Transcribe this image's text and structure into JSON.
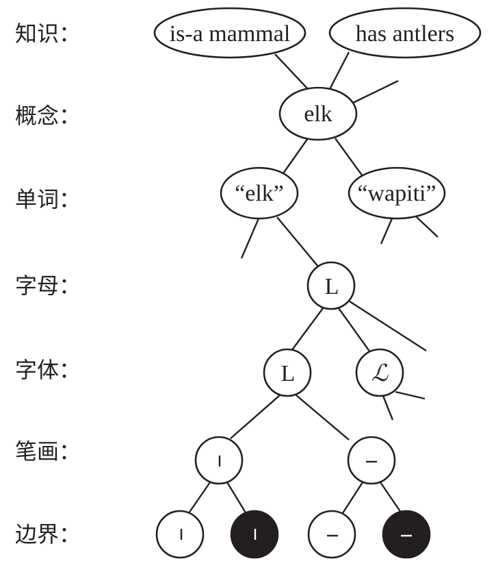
{
  "levels": [
    {
      "label": "知识："
    },
    {
      "label": "概念："
    },
    {
      "label": "单词："
    },
    {
      "label": "字母："
    },
    {
      "label": "字体："
    },
    {
      "label": "笔画："
    },
    {
      "label": "边界："
    }
  ],
  "nodes": {
    "knowledge_mammal": "is-a mammal",
    "knowledge_antlers": "has antlers",
    "concept_elk": "elk",
    "word_elk": "“elk”",
    "word_wapiti": "“wapiti”",
    "letter_L": "L",
    "font_roman_L": "L",
    "font_script_L": "ℒ",
    "stroke_vertical": "vertical-stroke",
    "stroke_horizontal": "horizontal-stroke",
    "edge_vertical_light": "vertical-edge-light",
    "edge_vertical_dark": "vertical-edge-dark",
    "edge_horizontal_light": "horizontal-edge-light",
    "edge_horizontal_dark": "horizontal-edge-dark"
  },
  "colors": {
    "ink": "#231f20",
    "background": "#ffffff"
  }
}
